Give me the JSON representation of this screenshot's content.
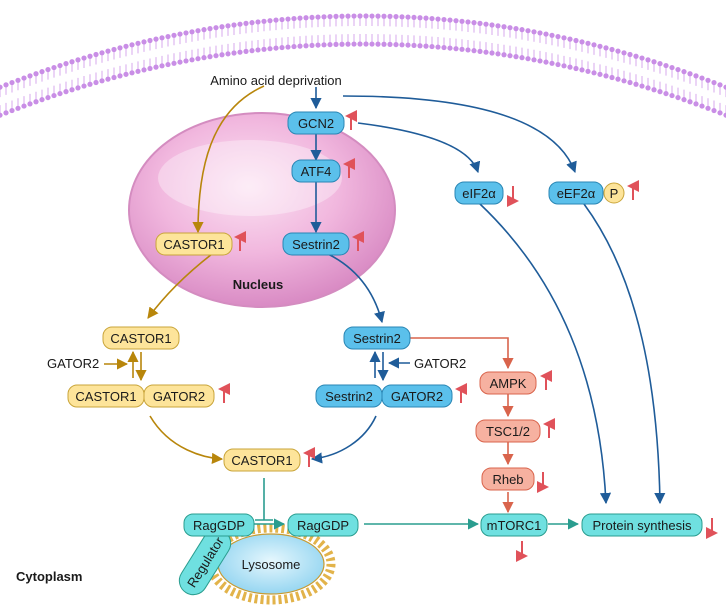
{
  "title": "Amino acid deprivation",
  "compartments": {
    "nucleus": "Nucleus",
    "cytoplasm": "Cytoplasm",
    "lysosome": "Lysosome",
    "regulator": "Regulator"
  },
  "nodes": {
    "gcn2": "GCN2",
    "atf4": "ATF4",
    "sestrin2_nuc": "Sestrin2",
    "castor1_nuc": "CASTOR1",
    "eif2a": "eIF2α",
    "eef2a": "eEF2α",
    "phospho": "P",
    "castor1": "CASTOR1",
    "gator2_left": "GATOR2",
    "castor1_complex": "CASTOR1",
    "gator2_complex_left": "GATOR2",
    "sestrin2": "Sestrin2",
    "gator2_right": "GATOR2",
    "sestrin2_complex": "Sestrin2",
    "gator2_complex_right": "GATOR2",
    "ampk": "AMPK",
    "tsc": "TSC1/2",
    "rheb": "Rheb",
    "castor1_center": "CASTOR1",
    "ragGDP_left": "RagGDP",
    "ragGDP_right": "RagGDP",
    "mtorc1": "mTORC1",
    "protein_synthesis": "Protein synthesis"
  },
  "colors": {
    "blue_node": "#5bc0eb",
    "yellow_node": "#fde49a",
    "red_node": "#f6b1a0",
    "teal_node": "#6fe0e0",
    "blue_arrow": "#1f5c99",
    "gold_arrow": "#b8860b",
    "red_arrow": "#d9644c",
    "teal_arrow": "#2a9d8f",
    "up_marker": "#e0525a",
    "down_marker": "#e0525a"
  }
}
